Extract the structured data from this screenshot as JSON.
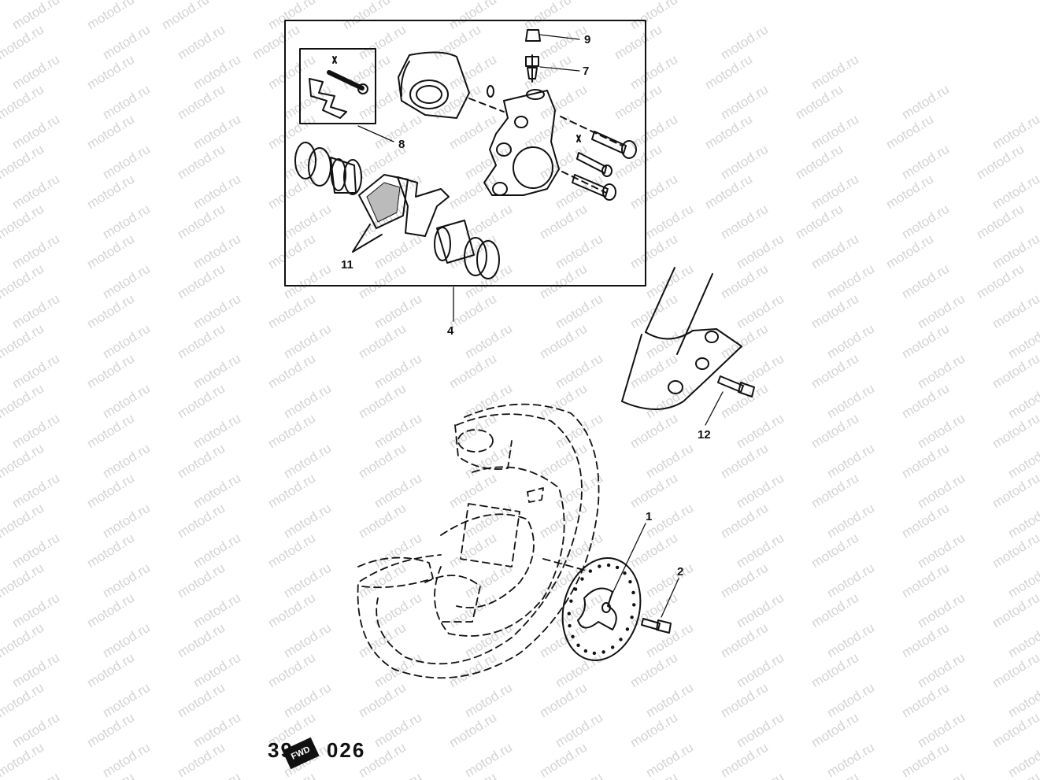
{
  "watermark": "motod.ru",
  "callouts": {
    "c1": "1",
    "c2": "2",
    "c4": "4",
    "c7": "7",
    "c8": "8",
    "c9": "9",
    "c11": "11",
    "c12": "12"
  },
  "figure_code": "026",
  "figure_code_prefix": "39",
  "fwd_label": "FWD",
  "colors": {
    "ink": "#111111",
    "paper": "#ffffff",
    "watermark": "#d8d8d8"
  }
}
